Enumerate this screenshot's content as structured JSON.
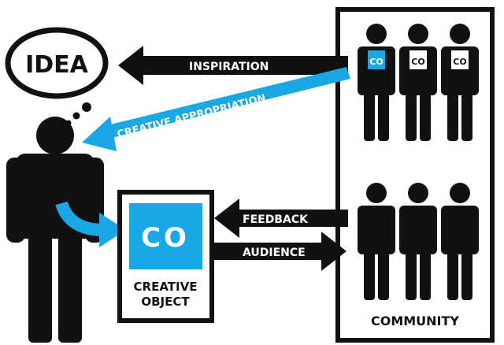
{
  "labels": {
    "idea": "IDEA",
    "inspiration": "INSPIRATION",
    "creative_appropriation": "CREATIVE APPROPRIATION",
    "feedback": "FEEDBACK",
    "audience": "AUDIENCE",
    "co": "CO",
    "creative_object_line1": "CREATIVE",
    "creative_object_line2": "OBJECT",
    "community": "COMMUNITY"
  },
  "colors": {
    "ink": "#111111",
    "accent": "#1aa7e6",
    "paper": "#ffffff"
  },
  "icons": [
    "person-icon",
    "thought-bubble-icon",
    "arrow-icon",
    "creative-object-icon"
  ]
}
